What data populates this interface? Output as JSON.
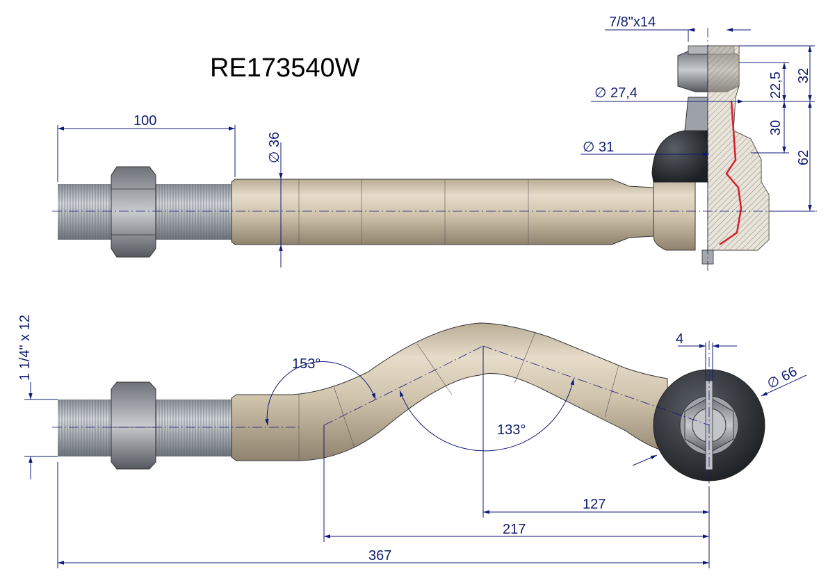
{
  "title": "RE173540W",
  "side_view": {
    "dimensions": {
      "thread_length": "100",
      "tube_diameter": "∅ 36",
      "ball_diameter": "∅ 31",
      "stud_diameter": "∅ 27,4",
      "stud_thread": "7/8\"x14",
      "nut_height": "22,5",
      "total_stud_height": "32",
      "taper_height": "30",
      "head_height": "62"
    }
  },
  "top_view": {
    "dimensions": {
      "thread_spec": "1 1/4\" x 12",
      "angle_1": "153°",
      "angle_2": "133°",
      "head_diameter": "∅ 66",
      "offset": "4",
      "dist_127": "127",
      "dist_217": "217",
      "overall_length": "367"
    }
  },
  "colors": {
    "tube": "#cbbfa8",
    "tube_shadow": "#9a8d78",
    "thread": "#a6acb4",
    "nut": "#8e9198",
    "dimension_line": "#10187a",
    "boot": "#2f3338",
    "section_edge": "#d21f2a"
  }
}
